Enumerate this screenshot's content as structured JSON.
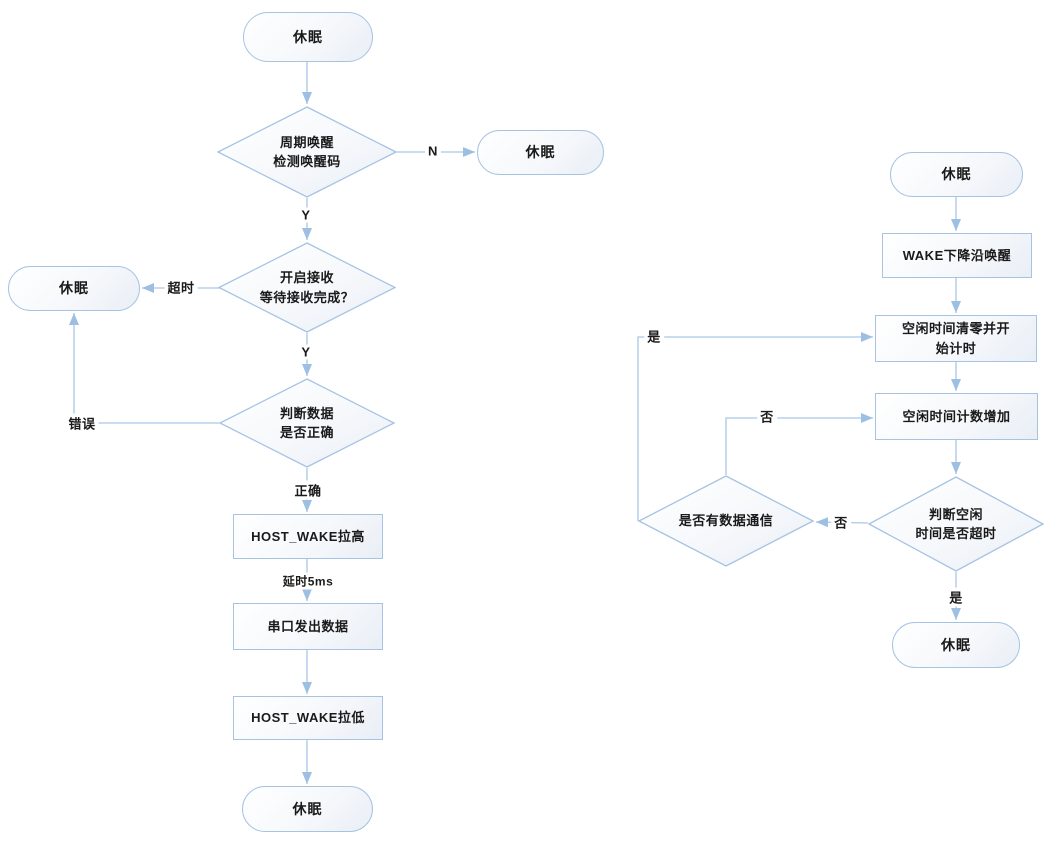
{
  "colors": {
    "shape_border": "#a6c3e4",
    "line": "#a9c7e8",
    "arrow": "#9cbfe2",
    "text": "#1a1a1a"
  },
  "left_flow": {
    "start": "休眠",
    "decision_wake": "周期唤醒\n检测唤醒码",
    "sleep_n": "休眠",
    "decision_receive": "开启接收\n等待接收完成？",
    "sleep_timeout": "休眠",
    "decision_data": "判断数据\n是否正确",
    "host_wake_high": "HOST_WAKE拉高",
    "uart_send": "串口发出数据",
    "host_wake_low": "HOST_WAKE拉低",
    "end": "休眠",
    "labels": {
      "n": "N",
      "y1": "Y",
      "timeout": "超时",
      "y2": "Y",
      "error": "错误",
      "correct": "正确",
      "delay": "延时5ms"
    }
  },
  "right_flow": {
    "start": "休眠",
    "wake_falling": "WAKE下降沿唤醒",
    "idle_reset": "空闲时间清零并开\n始计时",
    "idle_increase": "空闲时间计数增加",
    "decision_timeout": "判断空闲\n时间是否超时",
    "decision_comm": "是否有数据通信",
    "end": "休眠",
    "labels": {
      "yes_restart": "是",
      "no_count": "否",
      "no_comm": "否",
      "yes_sleep": "是"
    }
  }
}
